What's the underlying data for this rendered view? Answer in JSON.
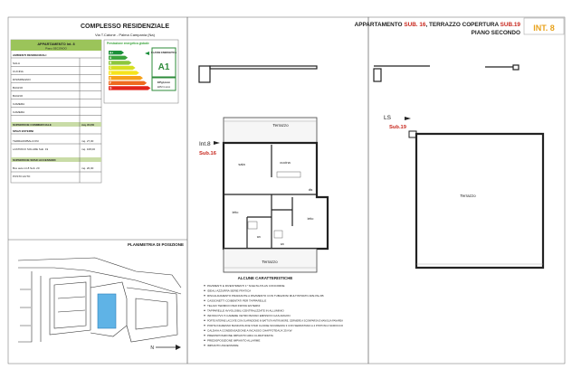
{
  "header": {
    "project_title": "COMPLESSO RESIDENZIALE",
    "project_address": "Via T.Catone - Palma Campania (Na)",
    "sheet_title_a": "APPARTAMENTO ",
    "sheet_title_b": "SUB. 16",
    "sheet_title_c": ", TERRAZZO COPERTURA ",
    "sheet_title_d": "SUB.19",
    "floor": "PIANO SECONDO",
    "unit_code": "INT. 8"
  },
  "table": {
    "heading": "APPARTAMENTO Int. 8",
    "subheading": "Piano SECONDO",
    "rooms_header": "AMBIENTI RESIDENZIALI",
    "rooms": [
      "SALA",
      "CUCINA",
      "DISIMPEGNO",
      "BAGNO",
      "BAGNO",
      "CAMERA",
      "CAMERA"
    ],
    "commercial_label": "SUPERFICIE COMMERCIALE",
    "commercial_value": "mq. 84,50",
    "external_label": "SPAZI ESTERNI",
    "external_rows": [
      {
        "label": "TERRAZZI/BALCONI",
        "value": "mq. 27,00"
      },
      {
        "label": "LASTRICO SOLARE Sub. 19",
        "value": "mq. 108,00"
      }
    ],
    "accessory_label": "SUPERFICIE SPAZI ACCESSORI",
    "accessory_rows": [
      {
        "label": "Box auto int.8 Sub. 20",
        "value": "mq. 20,00"
      },
      {
        "label": "POSTO AUTO",
        "value": ""
      }
    ]
  },
  "energy": {
    "title": "Prestazione energetica globale",
    "classes": [
      {
        "label": "A+",
        "color": "#1a8f3a"
      },
      {
        "label": "A",
        "color": "#3aa33c"
      },
      {
        "label": "B",
        "color": "#8cc63e"
      },
      {
        "label": "C",
        "color": "#d7df21"
      },
      {
        "label": "D",
        "color": "#f5e41c"
      },
      {
        "label": "E",
        "color": "#f6a01a"
      },
      {
        "label": "F",
        "color": "#ee6a1f"
      },
      {
        "label": "G",
        "color": "#e2231a"
      }
    ],
    "side_label": "CLASSE ENERGETICA",
    "class_value": "A1",
    "ep_label": "EPgl,nren",
    "ep_value": "kWh/m² anno"
  },
  "plan": {
    "rooms": {
      "terrazzo_top": "Terrazzo",
      "sala": "sala",
      "cucina": "cucina",
      "dis": "dis",
      "letto1": "letto",
      "letto2": "letto",
      "wc1": "wc",
      "wc2": "wc",
      "terrazzo_bottom": "Terrazzo"
    },
    "int_label": "Int.8",
    "sub_label": "Sub.16"
  },
  "roof": {
    "ls_label": "LS",
    "sub_label": "Sub.19",
    "terrazzo": "Terrazzo"
  },
  "site": {
    "title": "PLANIMETRIA DI POSIZIONE",
    "north": "N"
  },
  "features": {
    "title": "ALCUNE CARATTERISTICHE",
    "items": [
      "PAVIMENTI E RIVESTIMENTI 1° SCELTA ATLAS CONCORDE",
      "IDEALI AZZURRA SERIE FRATICA",
      "RISCALDAMENTO PRADIANTE A PAVIMENTO CON TUBAZIONI MULTISTRATO APE PE-XB",
      "CASSONETTI COIBENTATI PER TAPPARELLE",
      "TELAIO TERMICO PER INFISSI ESTERNI",
      "TAPPARELLE AVVOLGIBILI CENTRALIZZATE IN ALLUMINIO",
      "INFISSI PVC 5 CAMERE VETRO BASSO EMISSIVO GAS ARGON",
      "PORTE INTERNE LACCATE CON GUARNIZIONE IN BATTUTA ANTIRUMORE, CERNIERE A SCOMPARSA E MANIGLIA PANAREA",
      "PORTA INGRESSO BLINDATA ZOE STAR CLASSE SICUREZZA 3 CON SERRATURA A 4 PISTONI A SCROCCO",
      "CALDAIA A CONDENSAZIONE A INCASSO CHAFFOTEAUX 25 KW",
      "PREDISPOSIZIONE IMPIANTO ARIA CLIMATIZZATA",
      "PREDISPOSIZIONE IMPIANTO ALLARME",
      "IMPIANTO ASCENSORE"
    ]
  }
}
